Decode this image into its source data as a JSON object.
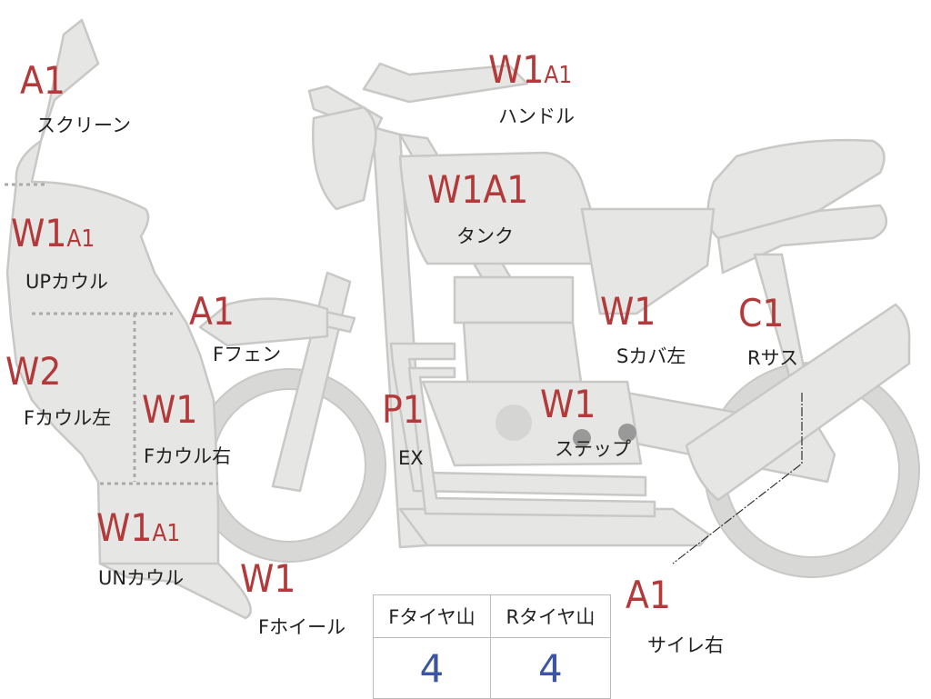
{
  "parts": {
    "screen": {
      "label": "スクリーン",
      "codes": [
        "A1"
      ]
    },
    "handle": {
      "label": "ハンドル",
      "codes": [
        "W1",
        "A1"
      ]
    },
    "tank": {
      "label": "タンク",
      "codes": [
        "W1",
        "A1"
      ]
    },
    "up_cowl": {
      "label": "UPカウル",
      "codes": [
        "W1",
        "A1"
      ]
    },
    "f_fender": {
      "label": "Fフェン",
      "codes": [
        "A1"
      ]
    },
    "s_cover_left": {
      "label": "Sカバ左",
      "codes": [
        "W1"
      ]
    },
    "r_suspension": {
      "label": "Rサス",
      "codes": [
        "C1"
      ]
    },
    "f_cowl_left": {
      "label": "Fカウル左",
      "codes": [
        "W2"
      ]
    },
    "f_cowl_right": {
      "label": "Fカウル右",
      "codes": [
        "W1"
      ]
    },
    "exhaust": {
      "label": "EX",
      "codes": [
        "P1"
      ]
    },
    "step": {
      "label": "ステップ",
      "codes": [
        "W1"
      ]
    },
    "un_cowl": {
      "label": "UNカウル",
      "codes": [
        "W1",
        "A1"
      ]
    },
    "f_wheel": {
      "label": "Fホイール",
      "codes": [
        "W1"
      ]
    },
    "silencer_right": {
      "label": "サイレ右",
      "codes": [
        "A1"
      ]
    }
  },
  "tread_table": {
    "headers": [
      "Fタイヤ山",
      "Rタイヤ山"
    ],
    "values": [
      "4",
      "4"
    ]
  },
  "colors": {
    "body_fill": "#e6e6e4",
    "outline": "#c9c9c7",
    "code_text": "#b23a3a",
    "value_text": "#3b54a3"
  }
}
